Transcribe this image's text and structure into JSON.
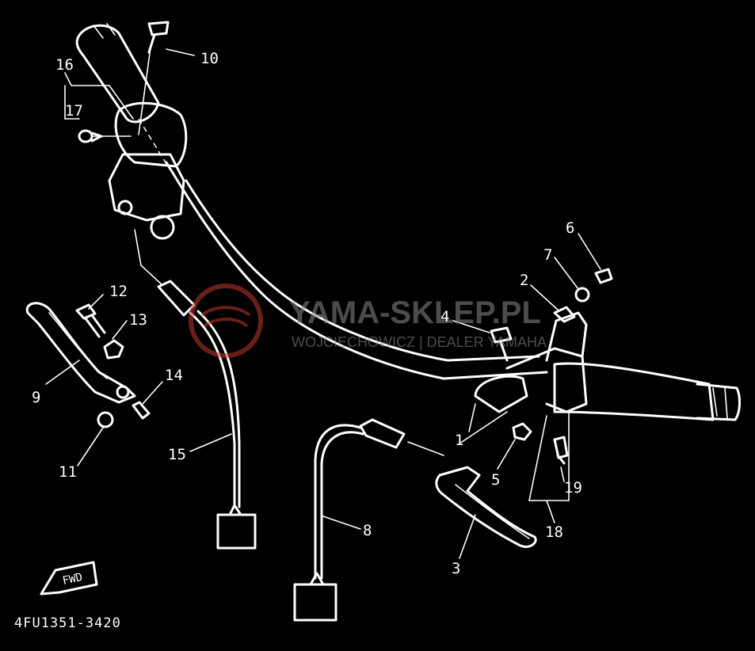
{
  "diagram": {
    "callouts": {
      "n1": "1",
      "n2": "2",
      "n3": "3",
      "n4": "4",
      "n5": "5",
      "n6": "6",
      "n7": "7",
      "n8": "8",
      "n9": "9",
      "n10": "10",
      "n11": "11",
      "n12": "12",
      "n13": "13",
      "n14": "14",
      "n15": "15",
      "n16": "16",
      "n17": "17",
      "n18": "18",
      "n19": "19"
    },
    "part_code": "4FU1351-3420",
    "fwd_label": "FWD"
  },
  "watermark": {
    "brand": "YAMA-SKLEP.PL",
    "subtitle": "WOJCIECHOWICZ | DEALER YAMAHA",
    "color": "#c0392b"
  },
  "colors": {
    "background": "#000000",
    "line": "#ffffff"
  }
}
